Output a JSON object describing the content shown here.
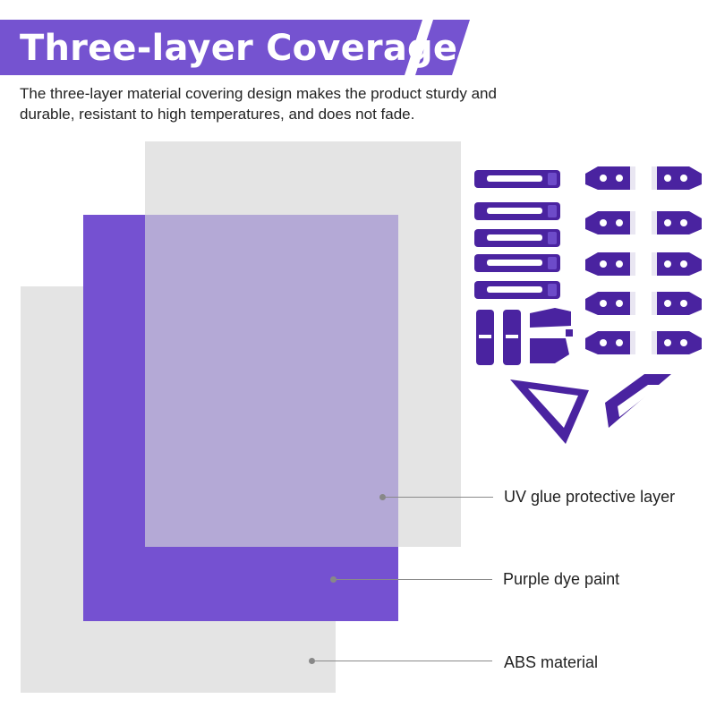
{
  "header": {
    "title": "Three-layer Coverage",
    "banner_color": "#7553d0"
  },
  "description": "The three-layer material covering design makes the product sturdy and durable, resistant to high temperatures, and does not fade.",
  "layers": [
    {
      "label": "UV glue protective layer",
      "color": "#b4a9d6"
    },
    {
      "label": "Purple dye paint",
      "color": "#7551d1"
    },
    {
      "label": "ABS material",
      "color": "#e4e4e4"
    }
  ],
  "product_image": {
    "parts_color": "#4a23a0",
    "icons": [
      "door-handle-cover-icon",
      "hinge-cover-icon",
      "side-marker-trim-icon",
      "mirror-trim-icon"
    ]
  }
}
